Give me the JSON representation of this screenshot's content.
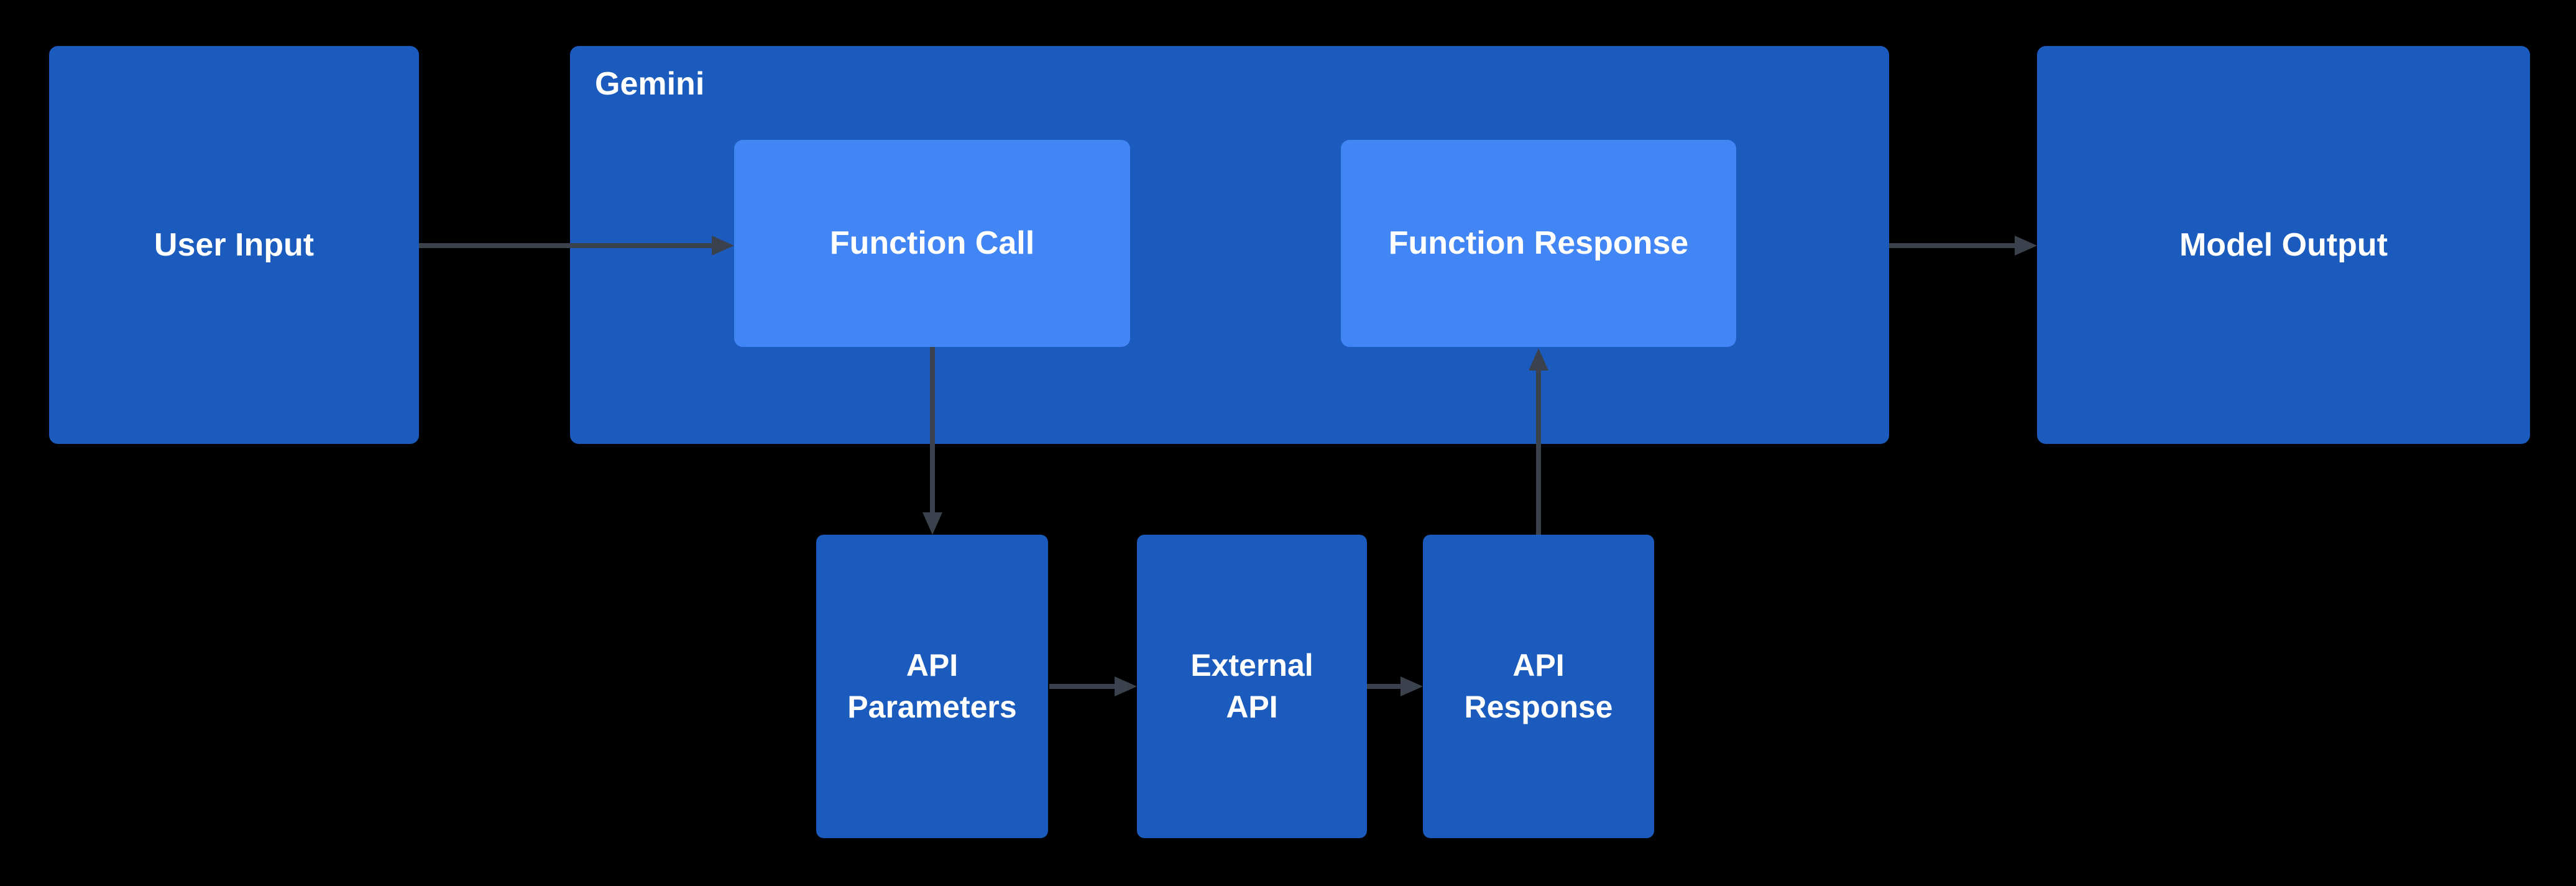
{
  "colors": {
    "background": "#000000",
    "box_dark": "#1b5bbd",
    "box_light": "#4285f4",
    "arrow": "#3b424e",
    "text": "#ffffff"
  },
  "nodes": {
    "user_input": {
      "label": "User Input"
    },
    "gemini": {
      "label": "Gemini"
    },
    "function_call": {
      "label": "Function Call"
    },
    "function_response": {
      "label": "Function Response"
    },
    "model_output": {
      "label": "Model Output"
    },
    "api_parameters": {
      "label": "API\nParameters"
    },
    "external_api": {
      "label": "External\nAPI"
    },
    "api_response": {
      "label": "API\nResponse"
    }
  },
  "edges": [
    {
      "from": "user_input",
      "to": "function_call"
    },
    {
      "from": "gemini",
      "to": "model_output"
    },
    {
      "from": "function_call",
      "to": "api_parameters"
    },
    {
      "from": "api_parameters",
      "to": "external_api"
    },
    {
      "from": "external_api",
      "to": "api_response"
    },
    {
      "from": "api_response",
      "to": "function_response"
    }
  ]
}
